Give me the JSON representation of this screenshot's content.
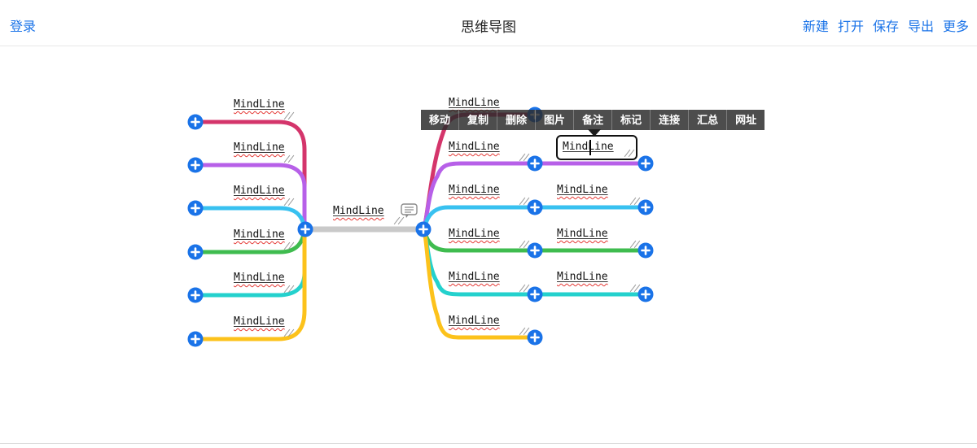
{
  "header": {
    "login": "登录",
    "title": "思维导图",
    "actions": [
      "新建",
      "打开",
      "保存",
      "导出",
      "更多"
    ]
  },
  "context_menu": {
    "items": [
      "移动",
      "复制",
      "删除",
      "图片",
      "备注",
      "标记",
      "连接",
      "汇总",
      "网址"
    ]
  },
  "mindmap": {
    "root": {
      "label": "MindLine"
    },
    "left": [
      {
        "label": "MindLine",
        "color": "#d4356b"
      },
      {
        "label": "MindLine",
        "color": "#b760e8"
      },
      {
        "label": "MindLine",
        "color": "#38c1f0"
      },
      {
        "label": "MindLine",
        "color": "#3fbc4f"
      },
      {
        "label": "MindLine",
        "color": "#24d1cd"
      },
      {
        "label": "MindLine",
        "color": "#fcc21b"
      }
    ],
    "right": [
      {
        "label": "MindLine",
        "color": "#d4356b"
      },
      {
        "label": "MindLine",
        "color": "#b760e8",
        "child": {
          "label": "MindLine",
          "state": "editing"
        }
      },
      {
        "label": "MindLine",
        "color": "#38c1f0",
        "child": {
          "label": "MindLine"
        }
      },
      {
        "label": "MindLine",
        "color": "#3fbc4f",
        "child": {
          "label": "MindLine"
        }
      },
      {
        "label": "MindLine",
        "color": "#24d1cd",
        "child": {
          "label": "MindLine"
        }
      },
      {
        "label": "MindLine",
        "color": "#fcc21b"
      }
    ]
  },
  "colors": {
    "node_button": "#1a73e8",
    "root_line": "#c9c9c9",
    "accent_link": "#1a73e8"
  }
}
